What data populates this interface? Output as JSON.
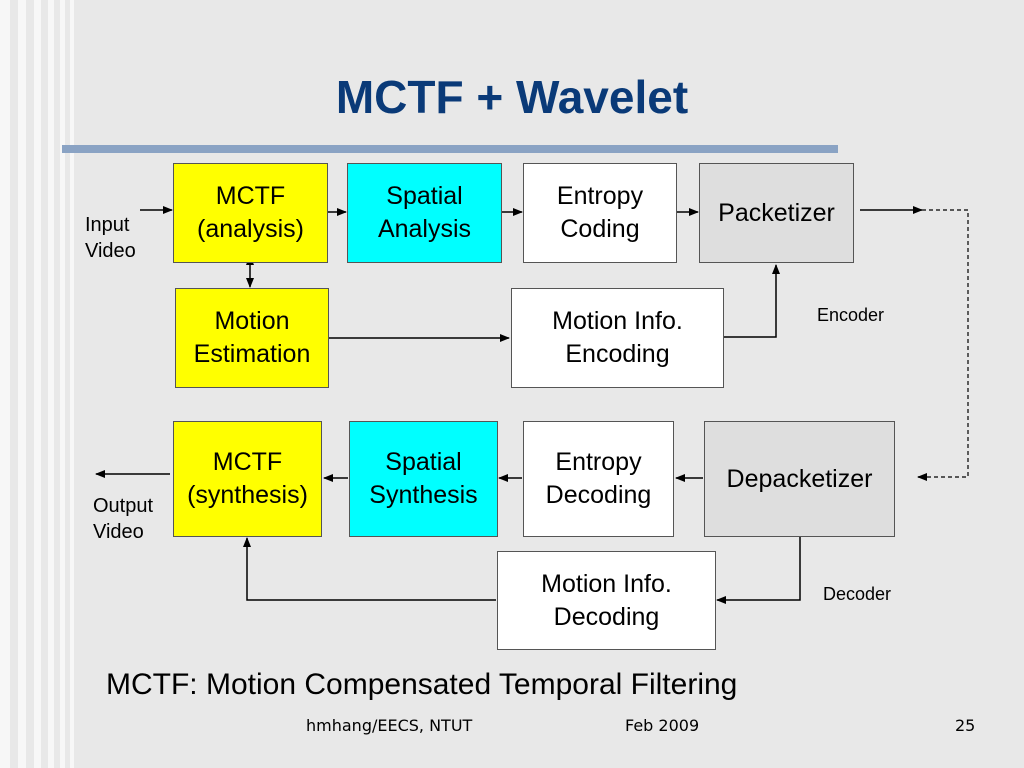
{
  "title": "MCTF + Wavelet",
  "encoder": {
    "input_label": "Input\nVideo",
    "mctf_analysis": "MCTF\n(analysis)",
    "spatial_analysis": "Spatial\nAnalysis",
    "entropy_coding": "Entropy\nCoding",
    "packetizer": "Packetizer",
    "motion_estimation": "Motion\nEstimation",
    "motion_info_encoding": "Motion Info.\nEncoding",
    "section_label": "Encoder"
  },
  "decoder": {
    "output_label": "Output\nVideo",
    "mctf_synthesis": "MCTF\n(synthesis)",
    "spatial_synthesis": "Spatial\nSynthesis",
    "entropy_decoding": "Entropy\nDecoding",
    "depacketizer": "Depacketizer",
    "motion_info_decoding": "Motion Info.\nDecoding",
    "section_label": "Decoder"
  },
  "caption": "MCTF: Motion Compensated Temporal Filtering",
  "footer": {
    "author": "hmhang/EECS, NTUT",
    "date": "Feb 2009",
    "page": "25"
  },
  "colors": {
    "mctf": "#ffff00",
    "spatial": "#00ffff",
    "entropy": "#ffffff",
    "packet": "#dedede",
    "title": "#0a3a78"
  }
}
